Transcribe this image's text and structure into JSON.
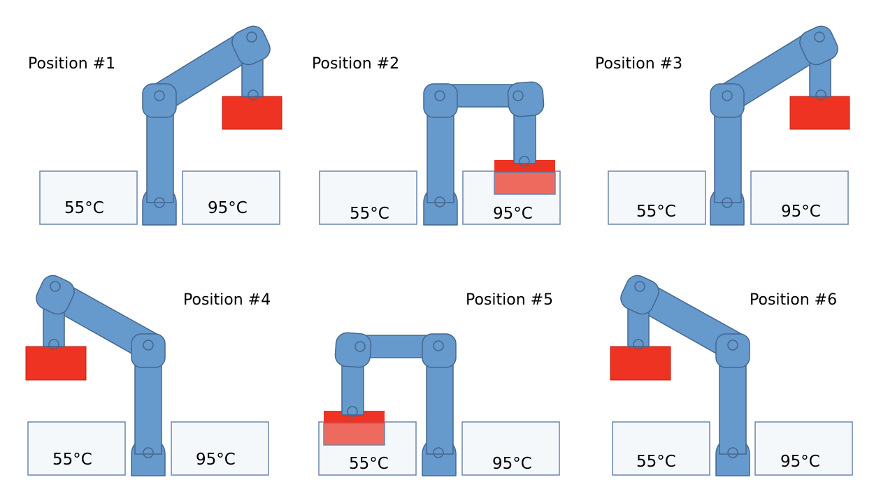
{
  "panels": [
    {
      "title": "Position #1",
      "bath_left": "55°C",
      "bath_right": "95°C"
    },
    {
      "title": "Position #2",
      "bath_left": "55°C",
      "bath_right": "95°C"
    },
    {
      "title": "Position #3",
      "bath_left": "55°C",
      "bath_right": "95°C"
    },
    {
      "title": "Position #4",
      "bath_left": "55°C",
      "bath_right": "95°C"
    },
    {
      "title": "Position #5",
      "bath_left": "55°C",
      "bath_right": "95°C"
    },
    {
      "title": "Position #6",
      "bath_left": "55°C",
      "bath_right": "95°C"
    }
  ],
  "colors": {
    "arm": "#6699cc",
    "arm_outline": "#45678f",
    "sample": "#ee3322",
    "sample_submerged": "#ee6a5f",
    "bath_fill": "#f5f8fb",
    "bath_outline": "#6b86ad"
  }
}
